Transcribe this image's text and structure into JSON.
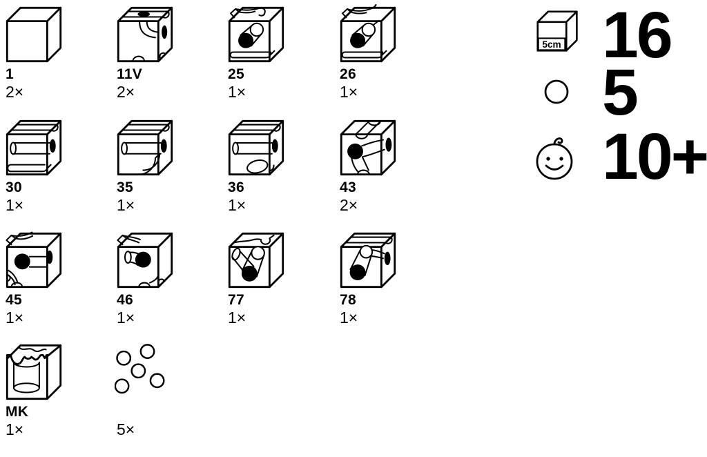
{
  "colors": {
    "ink": "#000000",
    "background": "#ffffff"
  },
  "parts": [
    {
      "id": "1",
      "count": "2×",
      "icon": "cube-plain"
    },
    {
      "id": "11V",
      "count": "2×",
      "icon": "cube-top-channel-side-exit"
    },
    {
      "id": "25",
      "count": "1×",
      "icon": "cube-top-curve-diagonal-tunnel"
    },
    {
      "id": "26",
      "count": "1×",
      "icon": "cube-top-curve-diagonal-tunnel-mirrored"
    },
    {
      "id": "30",
      "count": "1×",
      "icon": "cube-top-channel-straight-tunnel"
    },
    {
      "id": "35",
      "count": "1×",
      "icon": "cube-tunnel-bottom-curve-out"
    },
    {
      "id": "36",
      "count": "1×",
      "icon": "cube-tunnel-bottom-loop"
    },
    {
      "id": "43",
      "count": "2×",
      "icon": "cube-cross-channel-tunnel-junction"
    },
    {
      "id": "45",
      "count": "1×",
      "icon": "cube-top-curve-side-tunnel"
    },
    {
      "id": "46",
      "count": "1×",
      "icon": "cube-top-curve-inner-tunnel"
    },
    {
      "id": "77",
      "count": "1×",
      "icon": "cube-double-diagonal-tunnel"
    },
    {
      "id": "78",
      "count": "1×",
      "icon": "cube-diagonal-tunnel-side-exit"
    },
    {
      "id": "MK",
      "count": "1×",
      "icon": "cube-open-bore"
    },
    {
      "id": "",
      "count": "5×",
      "icon": "marbles"
    }
  ],
  "summary": [
    {
      "icon": "cube-5cm-icon",
      "label": "5cm",
      "value": "16"
    },
    {
      "icon": "marble-icon",
      "value": "5"
    },
    {
      "icon": "baby-face-icon",
      "value": "10+"
    }
  ]
}
